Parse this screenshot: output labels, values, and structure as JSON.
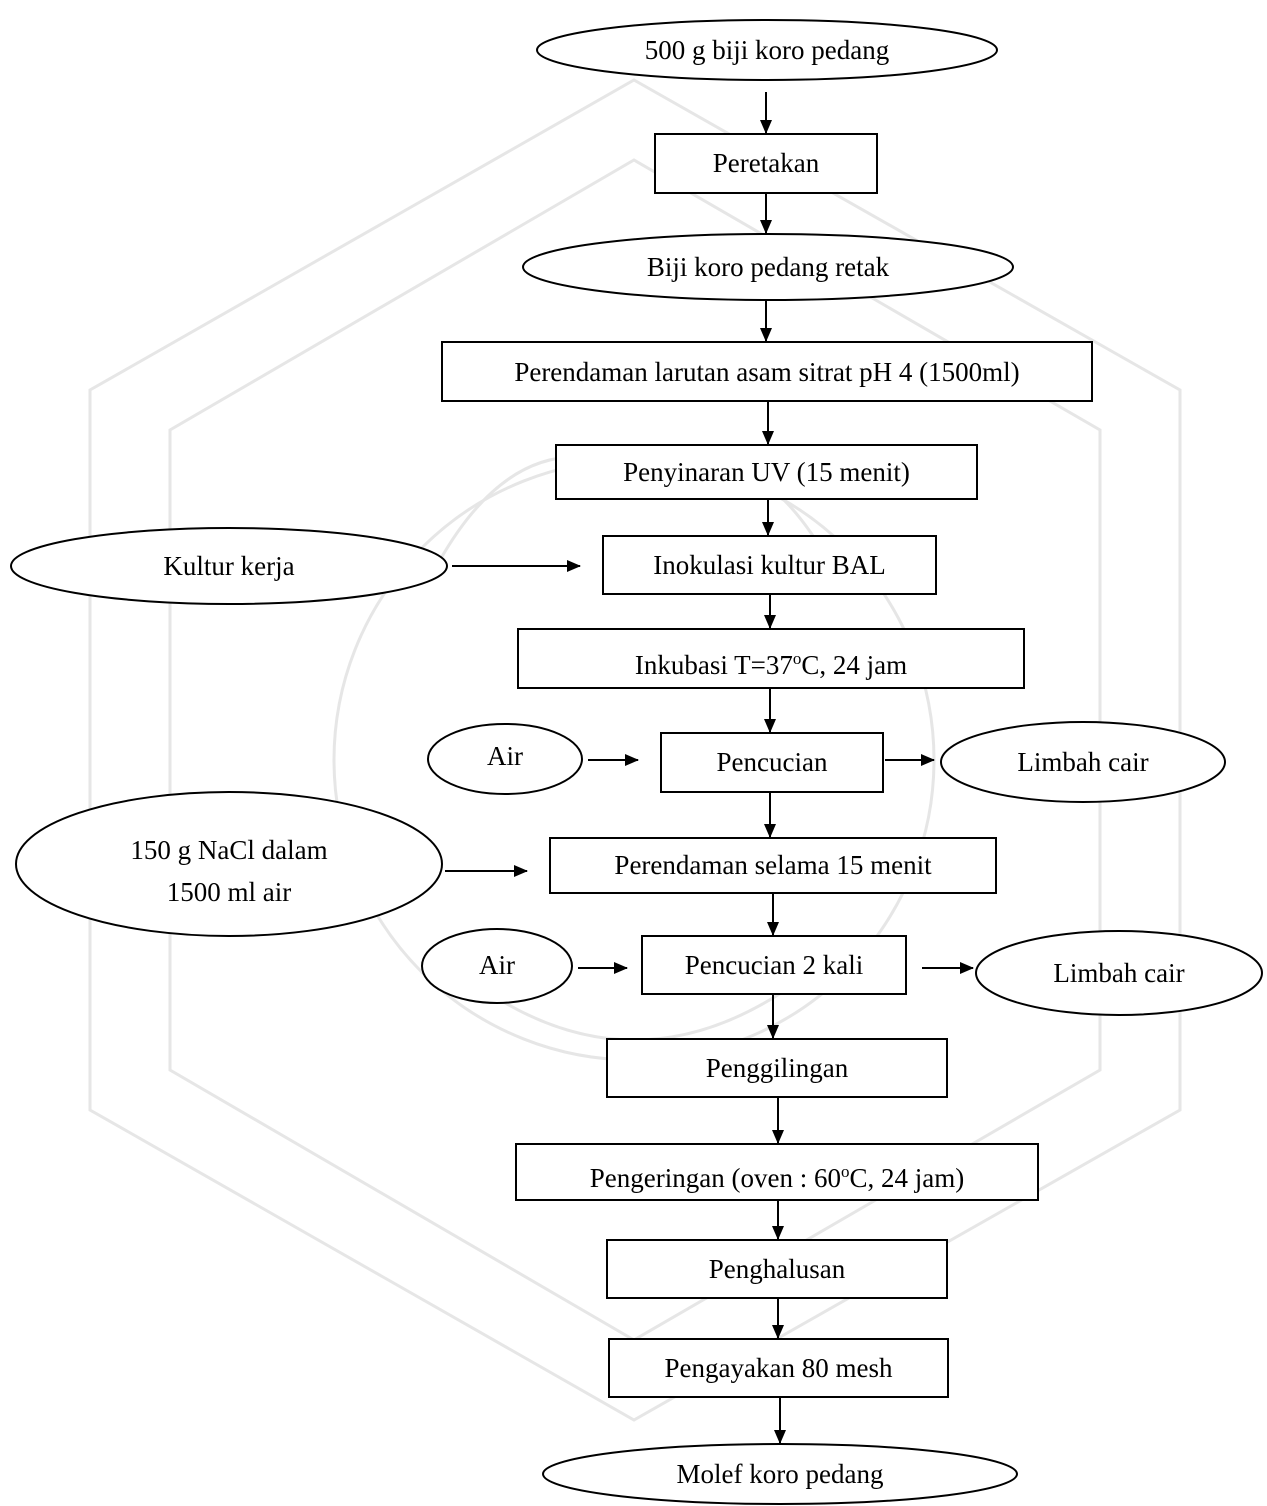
{
  "nodes": {
    "input_beans": "500 g biji koro pedang",
    "cracking": "Peretakan",
    "cracked_beans": "Biji koro pedang retak",
    "soaking_citric": "Perendaman larutan asam sitrat pH 4 (1500ml)",
    "uv": "Penyinaran UV (15 menit)",
    "working_culture": "Kultur kerja",
    "inoculation": "Inokulasi kultur BAL",
    "incubation": {
      "prefix": "Inkubasi T=37",
      "sup": "o",
      "suffix": "C, 24 jam"
    },
    "water_1": "Air",
    "washing_1": "Pencucian",
    "waste_1": "Limbah cair",
    "nacl_line1": "150 g NaCl dalam",
    "nacl_line2": "1500 ml air",
    "soaking_nacl": "Perendaman selama 15 menit",
    "water_2": "Air",
    "washing_2": "Pencucian 2 kali",
    "waste_2": "Limbah cair",
    "milling": "Penggilingan",
    "drying": {
      "prefix": "Pengeringan (oven : 60",
      "sup": "o",
      "suffix": "C, 24 jam)"
    },
    "grinding": "Penghalusan",
    "sieving": "Pengayakan 80 mesh",
    "output": "Molef koro pedang"
  },
  "watermark": {
    "visible": true,
    "color": "#e6e6e6"
  }
}
